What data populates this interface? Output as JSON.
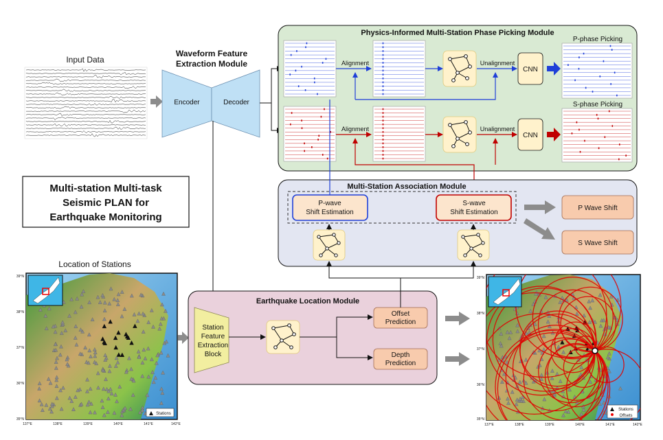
{
  "input": {
    "title": "Input Data"
  },
  "feature": {
    "title_line1": "Waveform Feature",
    "title_line2": "Extraction Module",
    "encoder": "Encoder",
    "decoder": "Decoder"
  },
  "picking": {
    "title": "Physics-Informed Multi-Station Phase Picking Module",
    "alignment_p": "Alignment",
    "alignment_s": "Alignment",
    "unalignment_p": "Unalignment",
    "unalignment_s": "Unalignment",
    "cnn_p": "CNN",
    "cnn_s": "CNN",
    "p_output": "P-phase Picking",
    "s_output": "S-phase Picking"
  },
  "association": {
    "title": "Multi-Station Association Module",
    "p_box_line1": "P-wave",
    "p_box_line2": "Shift Estimation",
    "s_box_line1": "S-wave",
    "s_box_line2": "Shift Estimation",
    "p_shift": "P Wave Shift",
    "s_shift": "S Wave Shift"
  },
  "plan": {
    "line1": "Multi-station Multi-task",
    "line2": "Seismic PLAN for",
    "line3": "Earthquake Monitoring"
  },
  "stations": {
    "title": "Location of Stations",
    "legend": "Stations"
  },
  "location": {
    "title": "Earthquake Location Module",
    "sfe_line1": "Station",
    "sfe_line2": "Feature",
    "sfe_line3": "Extraction",
    "sfe_line4": "Block",
    "offset_line1": "Offset",
    "offset_line2": "Prediction",
    "depth_line1": "Depth",
    "depth_line2": "Prediction"
  },
  "result_map": {
    "legend_stations": "Stations",
    "legend_offsets": "Offsets"
  },
  "map_ticks": {
    "lat": [
      "39°N",
      "38°N",
      "37°N",
      "36°N",
      "35°N"
    ],
    "lon": [
      "137°E",
      "138°E",
      "139°E",
      "140°E",
      "141°E",
      "142°E"
    ]
  },
  "colors": {
    "picking_bg": "#d9ead3",
    "association_bg": "#e3e6f2",
    "location_bg": "#ead1dc",
    "node_box_bg": "#fff2cc",
    "orange_box": "#f8cbad",
    "blue": "#1f3fd8",
    "red": "#c00000",
    "gray_arrow": "#8c8c8c",
    "hourglass": "#bfe0f5"
  }
}
